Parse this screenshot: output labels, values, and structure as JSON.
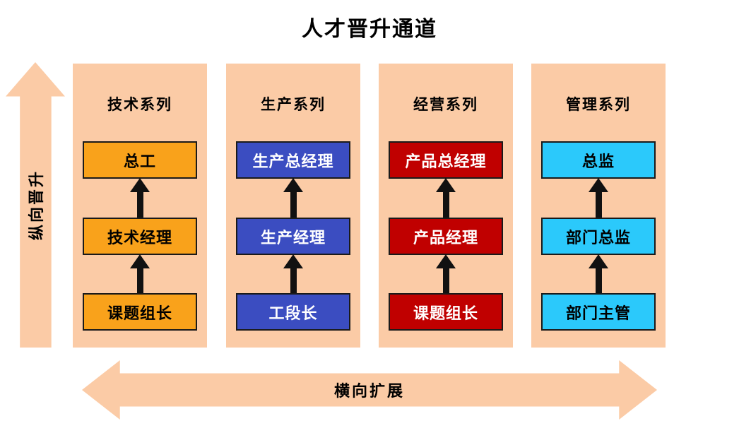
{
  "title": "人才晋升通道",
  "colors": {
    "panel": "#FBCBA6",
    "connector": "#111111",
    "border": "#1A1A1A"
  },
  "vertical_arrow": {
    "label": "纵向晋升"
  },
  "horizontal_arrow": {
    "label": "横向扩展"
  },
  "columns": [
    {
      "header": "技术系列",
      "box_bg": "#F9A21B",
      "box_text": "#000000",
      "levels": [
        "总工",
        "技术经理",
        "课题组长"
      ]
    },
    {
      "header": "生产系列",
      "box_bg": "#3B4DC1",
      "box_text": "#FFFFFF",
      "levels": [
        "生产总经理",
        "生产经理",
        "工段长"
      ]
    },
    {
      "header": "经营系列",
      "box_bg": "#C00000",
      "box_text": "#FFFFFF",
      "levels": [
        "产品总经理",
        "产品经理",
        "课题组长"
      ]
    },
    {
      "header": "管理系列",
      "box_bg": "#2BC9FB",
      "box_text": "#000000",
      "levels": [
        "总监",
        "部门总监",
        "部门主管"
      ]
    }
  ]
}
